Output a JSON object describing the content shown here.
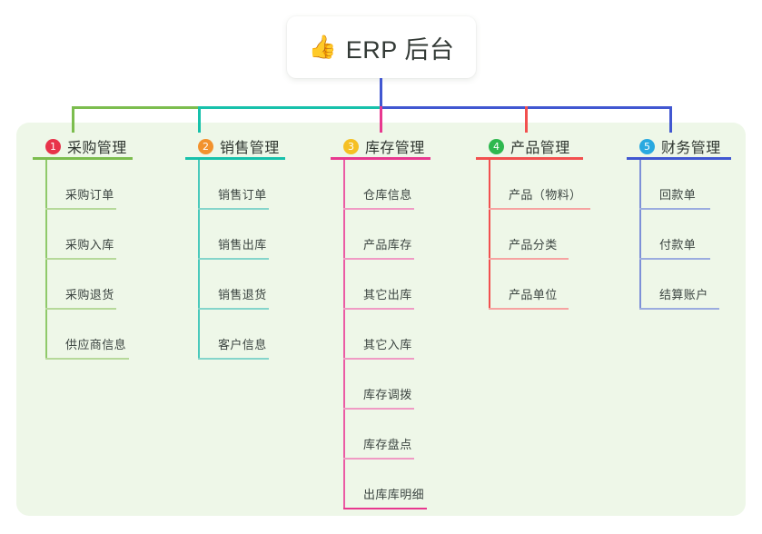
{
  "diagram": {
    "title": "ERP 后台",
    "root": {
      "icon": "thumbs-up-icon",
      "emoji": "👍",
      "label": "ERP 后台"
    },
    "panel_color": "#eef7e8",
    "branches": [
      {
        "number": "1",
        "title": "采购管理",
        "badge_color": "#e8334a",
        "line_color": "#7cbd4e",
        "leaf_line_color": "#b6d99a",
        "items": [
          {
            "label": "采购订单"
          },
          {
            "label": "采购入库"
          },
          {
            "label": "采购退货"
          },
          {
            "label": "供应商信息"
          }
        ]
      },
      {
        "number": "2",
        "title": "销售管理",
        "badge_color": "#f2922d",
        "line_color": "#17c1ab",
        "leaf_line_color": "#85d5cb",
        "items": [
          {
            "label": "销售订单"
          },
          {
            "label": "销售出库"
          },
          {
            "label": "销售退货"
          },
          {
            "label": "客户信息"
          }
        ]
      },
      {
        "number": "3",
        "title": "库存管理",
        "badge_color": "#f5c024",
        "line_color": "#e8388f",
        "leaf_line_color": "#f09ac4",
        "items": [
          {
            "label": "仓库信息"
          },
          {
            "label": "产品库存"
          },
          {
            "label": "其它出库"
          },
          {
            "label": "其它入库"
          },
          {
            "label": "库存调拨"
          },
          {
            "label": "库存盘点"
          },
          {
            "label": "出库库明细"
          }
        ]
      },
      {
        "number": "4",
        "title": "产品管理",
        "badge_color": "#2eb84f",
        "line_color": "#f2504f",
        "leaf_line_color": "#f6a3a1",
        "items": [
          {
            "label": "产品（物料）"
          },
          {
            "label": "产品分类"
          },
          {
            "label": "产品单位"
          }
        ]
      },
      {
        "number": "5",
        "title": "财务管理",
        "badge_color": "#29a9e0",
        "line_color": "#4157d1",
        "leaf_line_color": "#9bacdf",
        "items": [
          {
            "label": "回款单"
          },
          {
            "label": "付款单"
          },
          {
            "label": "结算账户"
          }
        ]
      }
    ],
    "trunk": {
      "color": "#4157d1",
      "segments": [
        {
          "name": "segment-green",
          "color": "#7cbd4e"
        },
        {
          "name": "segment-teal",
          "color": "#17c1ab"
        },
        {
          "name": "segment-blue",
          "color": "#4157d1"
        }
      ]
    }
  }
}
